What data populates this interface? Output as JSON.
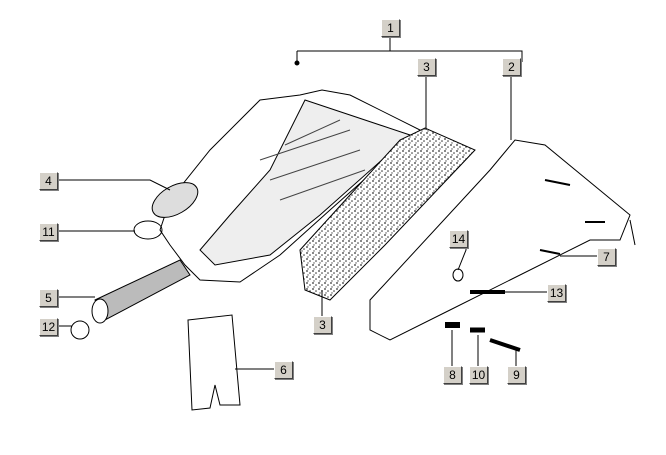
{
  "diagram": {
    "callouts": [
      {
        "id": "c1",
        "text": "1"
      },
      {
        "id": "c2",
        "text": "2"
      },
      {
        "id": "c3a",
        "text": "3"
      },
      {
        "id": "c3b",
        "text": "3"
      },
      {
        "id": "c4",
        "text": "4"
      },
      {
        "id": "c5",
        "text": "5"
      },
      {
        "id": "c6",
        "text": "6"
      },
      {
        "id": "c7",
        "text": "7"
      },
      {
        "id": "c8",
        "text": "8"
      },
      {
        "id": "c9",
        "text": "9"
      },
      {
        "id": "c10",
        "text": "10"
      },
      {
        "id": "c11",
        "text": "11"
      },
      {
        "id": "c12",
        "text": "12"
      },
      {
        "id": "c13",
        "text": "13"
      },
      {
        "id": "c14",
        "text": "14"
      }
    ],
    "colors": {
      "callout_bg": "#d4d0c8",
      "line": "#000000",
      "filter": "#555555"
    }
  }
}
